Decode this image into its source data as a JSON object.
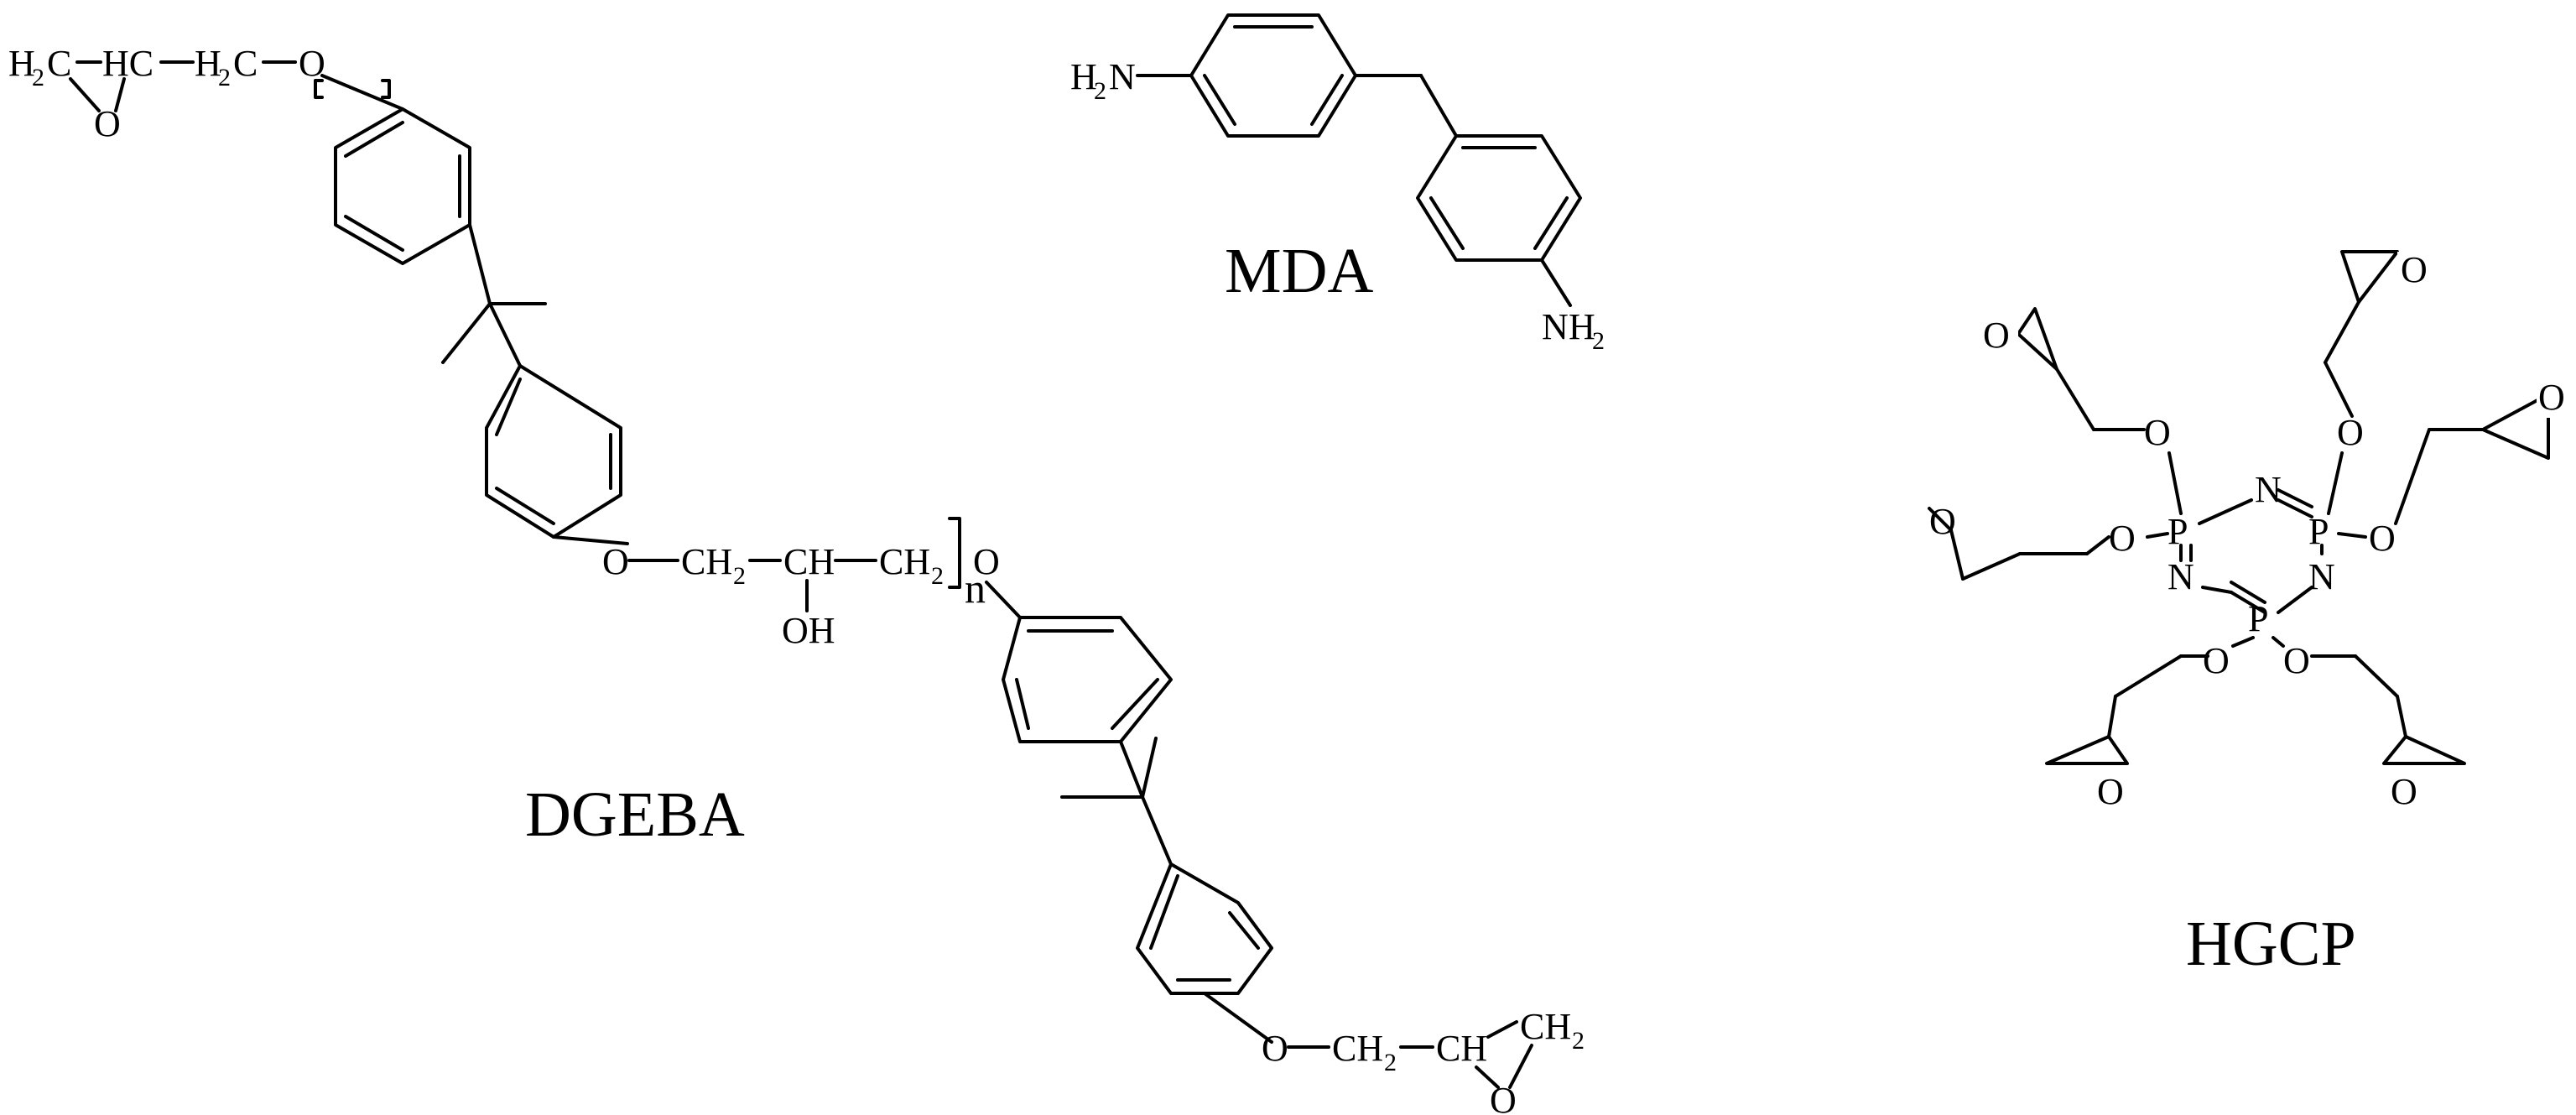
{
  "figure": {
    "background_color": "#ffffff",
    "line_color": "#000000"
  },
  "labels": {
    "dgeba": "DGEBA",
    "mda": "MDA",
    "hgcp": "HGCP",
    "repeat_n": "n"
  },
  "atoms": {
    "h2": "H",
    "two": "2",
    "c": "C",
    "hc": "HC",
    "ch": "CH",
    "o": "O",
    "oh": "OH",
    "n": "N",
    "p": "P"
  }
}
